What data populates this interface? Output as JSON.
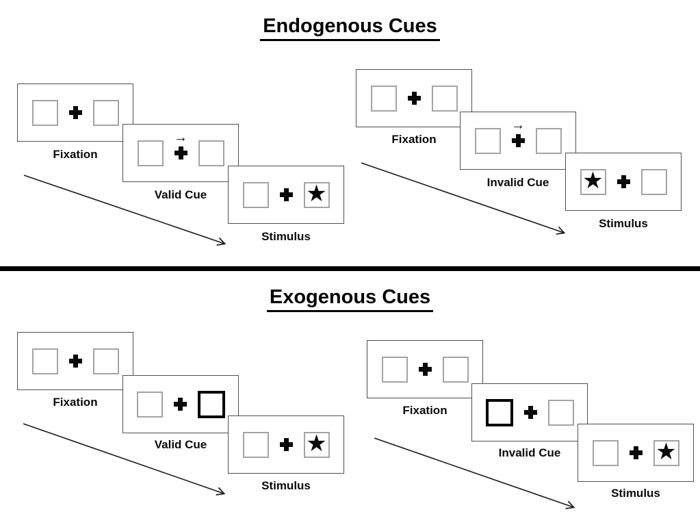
{
  "glyphs": {
    "star": "★",
    "cue_arrow": "→"
  },
  "sections": [
    {
      "title": "Endogenous Cues",
      "panels": [
        {
          "name": "valid",
          "cue_type": "central-arrow-right",
          "stimulus_side": "right",
          "labels": [
            "Fixation",
            "Valid Cue",
            "Stimulus"
          ]
        },
        {
          "name": "invalid",
          "cue_type": "central-arrow-right",
          "stimulus_side": "left",
          "labels": [
            "Fixation",
            "Invalid Cue",
            "Stimulus"
          ]
        }
      ]
    },
    {
      "title": "Exogenous Cues",
      "panels": [
        {
          "name": "valid",
          "cue_type": "peripheral-box-right",
          "stimulus_side": "right",
          "labels": [
            "Fixation",
            "Valid Cue",
            "Stimulus"
          ]
        },
        {
          "name": "invalid",
          "cue_type": "peripheral-box-left",
          "stimulus_side": "right",
          "labels": [
            "Fixation",
            "Invalid Cue",
            "Stimulus"
          ]
        }
      ]
    }
  ]
}
